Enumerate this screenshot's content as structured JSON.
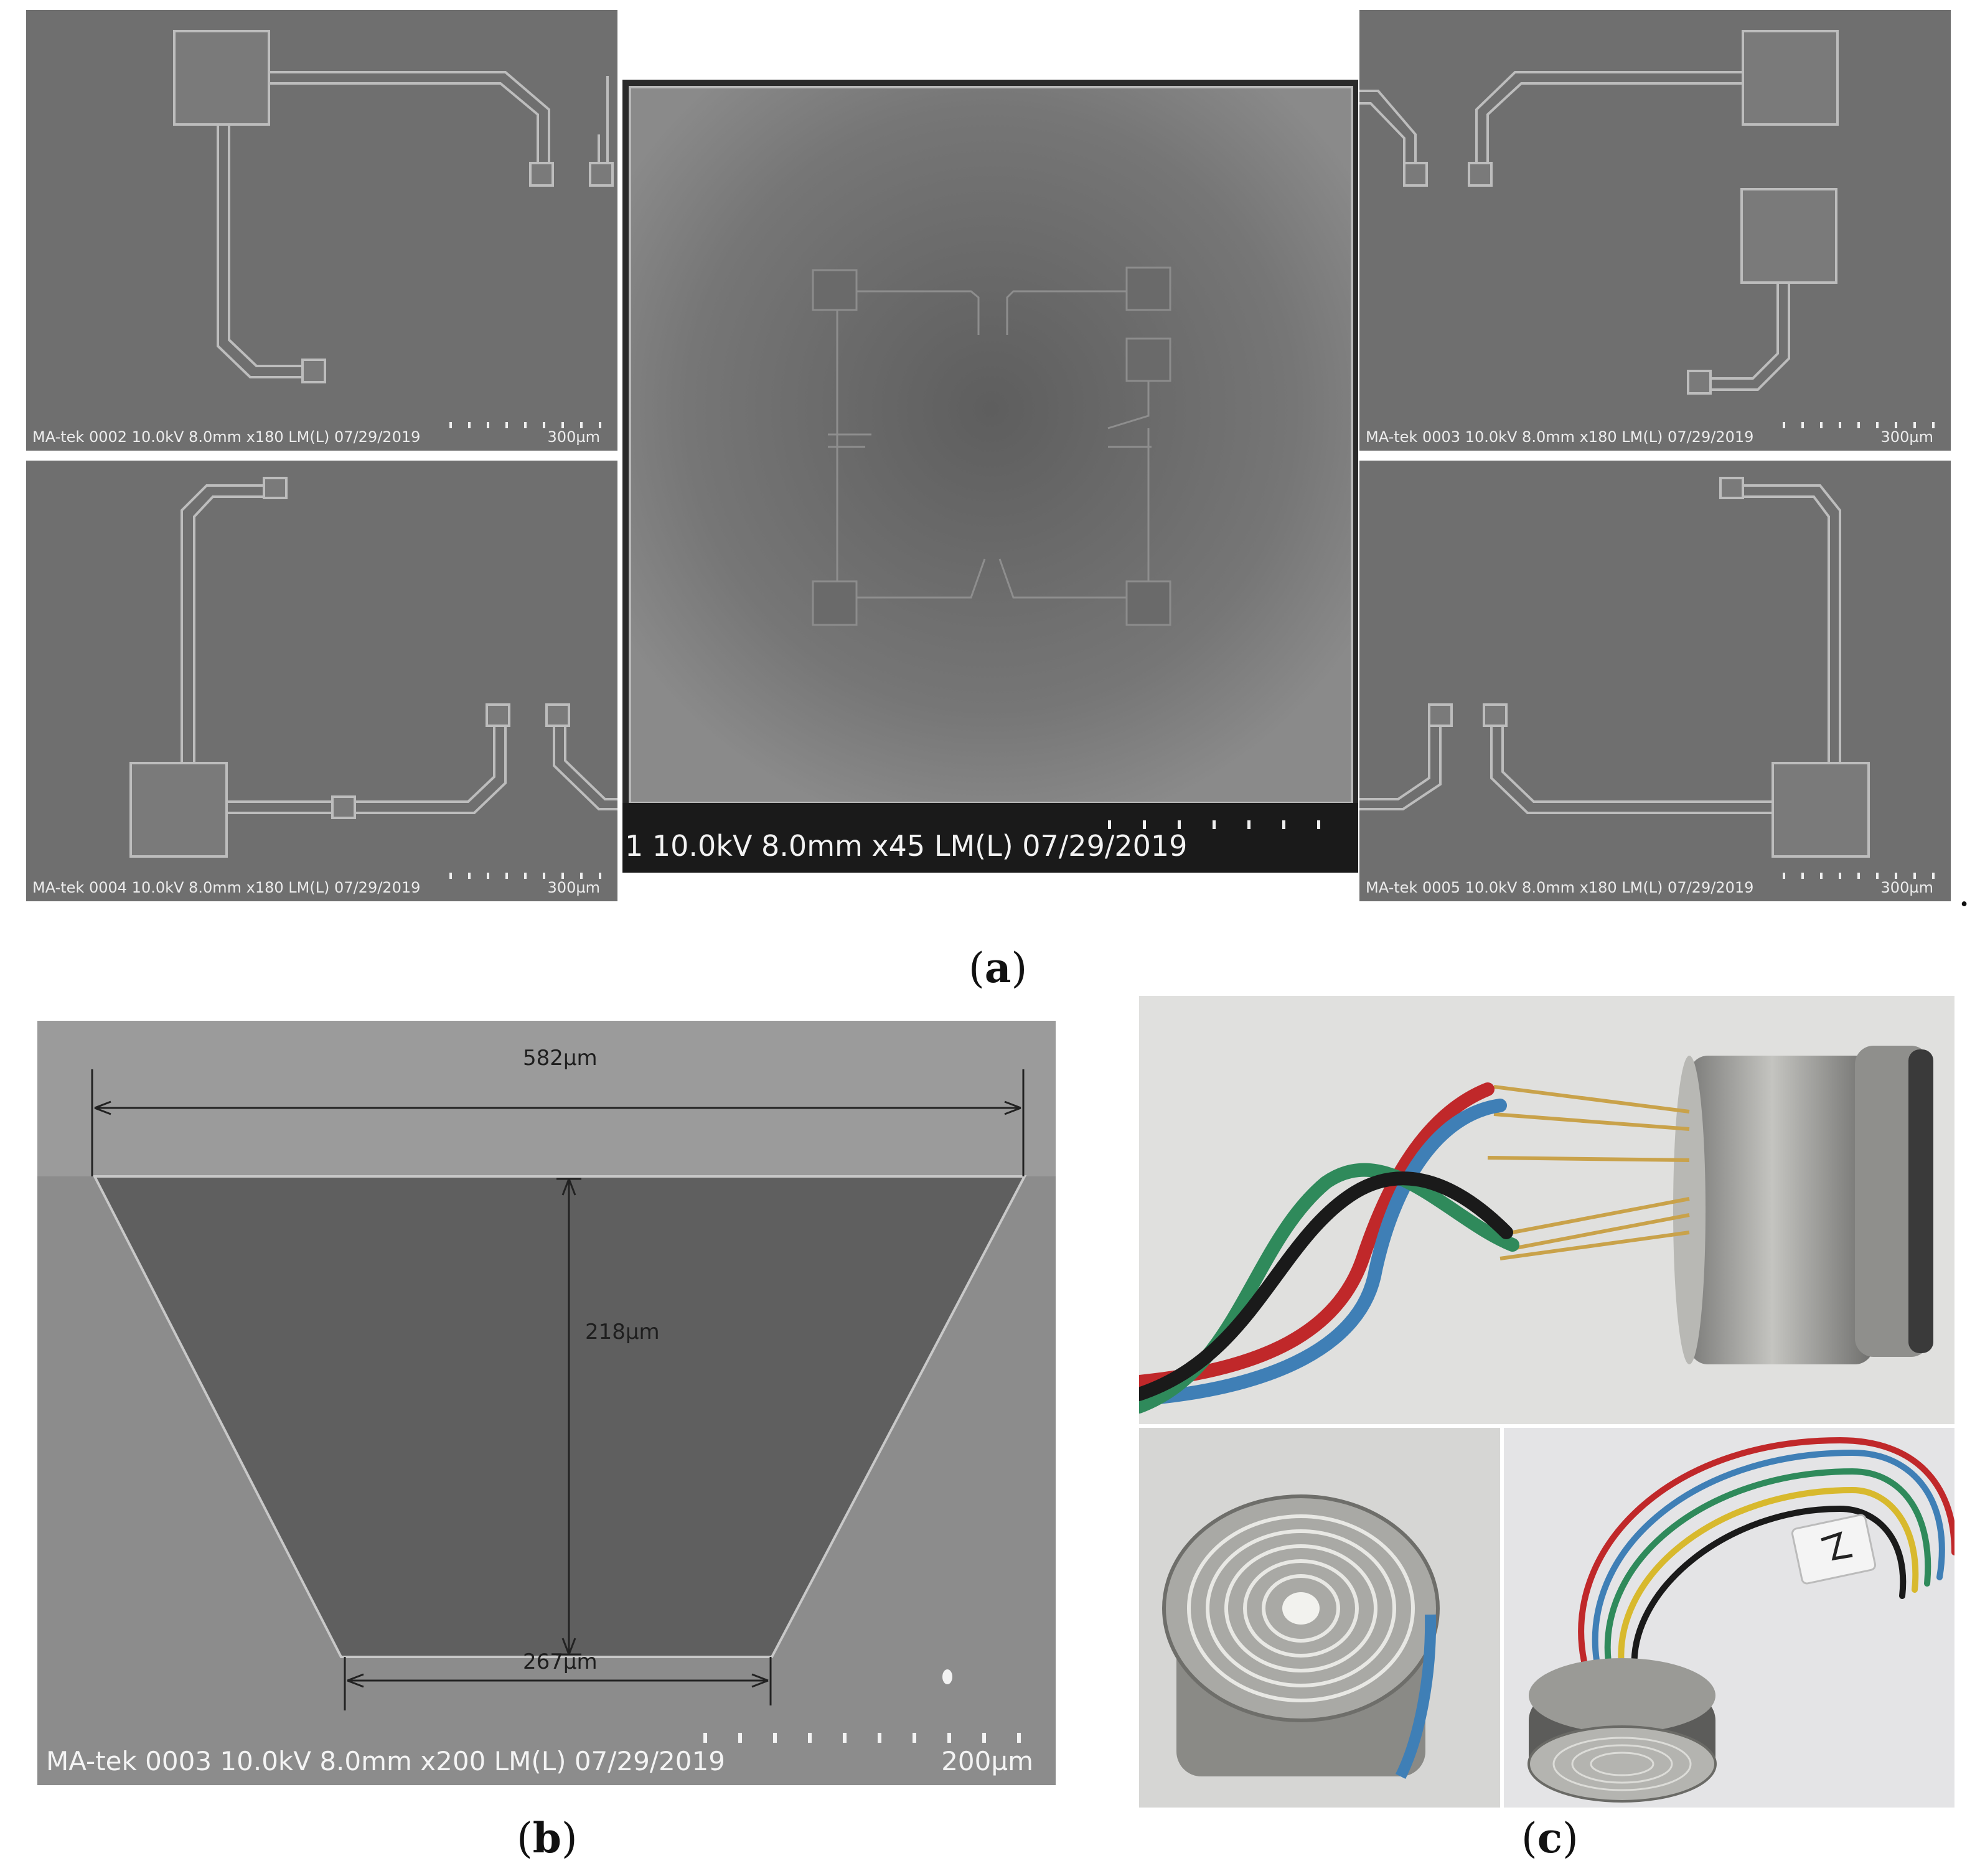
{
  "panel_a": {
    "label_open": "(",
    "label_letter": "a",
    "label_close": ")",
    "trailing_dot": ".",
    "top_left": {
      "caption": "MA-tek 0002 10.0kV 8.0mm x180 LM(L) 07/29/2019",
      "scale": "300µm"
    },
    "top_right": {
      "caption": "MA-tek 0003 10.0kV 8.0mm x180 LM(L) 07/29/2019",
      "scale": "300µm"
    },
    "bottom_left": {
      "caption": "MA-tek 0004 10.0kV 8.0mm x180 LM(L) 07/29/2019",
      "scale": "300µm"
    },
    "bottom_right": {
      "caption": "MA-tek 0005 10.0kV 8.0mm x180 LM(L) 07/29/2019",
      "scale": "300µm"
    },
    "center": {
      "caption": "1 10.0kV 8.0mm x45 LM(L) 07/29/2019"
    }
  },
  "panel_b": {
    "label_open": "(",
    "label_letter": "b",
    "label_close": ")",
    "top_width": "582µm",
    "depth": "218µm",
    "bottom_width": "267µm",
    "caption": "MA-tek 0003 10.0kV 8.0mm x200 LM(L) 07/29/2019",
    "scale": "200µm"
  },
  "panel_c": {
    "label_open": "(",
    "label_letter": "c",
    "label_close": ")"
  },
  "colors": {
    "sem_bg": "#6f6f6f",
    "wire_red": "#c0282a",
    "wire_blue": "#3f7fb6",
    "wire_green": "#2f8a5b",
    "wire_black": "#1a1a1a",
    "wire_yellow": "#d8b92d",
    "steel": "#9a9a98"
  }
}
